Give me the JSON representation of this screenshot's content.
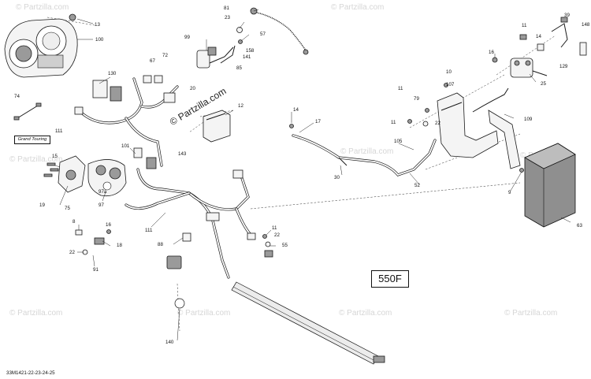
{
  "diagram": {
    "reference_code": "33M1421-22-23-24-25",
    "model_label": "550F",
    "grand_touring_label": "Grand Touring",
    "watermark_center": "© Partzilla.com",
    "watermark_faint": "© Partzilla.com",
    "callouts": [
      {
        "id": "c13",
        "label": "13"
      },
      {
        "id": "c100",
        "label": "100"
      },
      {
        "id": "c74",
        "label": "74"
      },
      {
        "id": "c111a",
        "label": "111"
      },
      {
        "id": "c130",
        "label": "130"
      },
      {
        "id": "c67",
        "label": "67"
      },
      {
        "id": "c72",
        "label": "72"
      },
      {
        "id": "c99",
        "label": "99"
      },
      {
        "id": "c20",
        "label": "20"
      },
      {
        "id": "c81",
        "label": "81"
      },
      {
        "id": "c23",
        "label": "23"
      },
      {
        "id": "c57",
        "label": "57"
      },
      {
        "id": "c158",
        "label": "158"
      },
      {
        "id": "c141",
        "label": "141"
      },
      {
        "id": "c85",
        "label": "85"
      },
      {
        "id": "c12",
        "label": "12"
      },
      {
        "id": "c101",
        "label": "101"
      },
      {
        "id": "c143",
        "label": "143"
      },
      {
        "id": "c15",
        "label": "15"
      },
      {
        "id": "c19",
        "label": "19"
      },
      {
        "id": "c75",
        "label": "75"
      },
      {
        "id": "c97a",
        "label": "97a"
      },
      {
        "id": "c97",
        "label": "97"
      },
      {
        "id": "c8",
        "label": "8"
      },
      {
        "id": "c16",
        "label": "16"
      },
      {
        "id": "c18",
        "label": "18"
      },
      {
        "id": "c22a",
        "label": "22"
      },
      {
        "id": "c91",
        "label": "91"
      },
      {
        "id": "c111b",
        "label": "111"
      },
      {
        "id": "c88",
        "label": "88"
      },
      {
        "id": "c140",
        "label": "140"
      },
      {
        "id": "c14a",
        "label": "14"
      },
      {
        "id": "c17",
        "label": "17"
      },
      {
        "id": "c30",
        "label": "30"
      },
      {
        "id": "c11a",
        "label": "11"
      },
      {
        "id": "c22b",
        "label": "22"
      },
      {
        "id": "c55",
        "label": "55"
      },
      {
        "id": "c107",
        "label": "107"
      },
      {
        "id": "c10",
        "label": "10"
      },
      {
        "id": "c11b",
        "label": "11"
      },
      {
        "id": "c79",
        "label": "79"
      },
      {
        "id": "c22c",
        "label": "22"
      },
      {
        "id": "c11c",
        "label": "11"
      },
      {
        "id": "c105",
        "label": "105"
      },
      {
        "id": "c52",
        "label": "52"
      },
      {
        "id": "c109",
        "label": "109"
      },
      {
        "id": "c9",
        "label": "9"
      },
      {
        "id": "c63",
        "label": "63"
      },
      {
        "id": "c16b",
        "label": "16"
      },
      {
        "id": "c25",
        "label": "25"
      },
      {
        "id": "c14b",
        "label": "14"
      },
      {
        "id": "c39",
        "label": "39"
      },
      {
        "id": "c148",
        "label": "148"
      },
      {
        "id": "c11d",
        "label": "11"
      },
      {
        "id": "c129",
        "label": "129"
      }
    ]
  }
}
